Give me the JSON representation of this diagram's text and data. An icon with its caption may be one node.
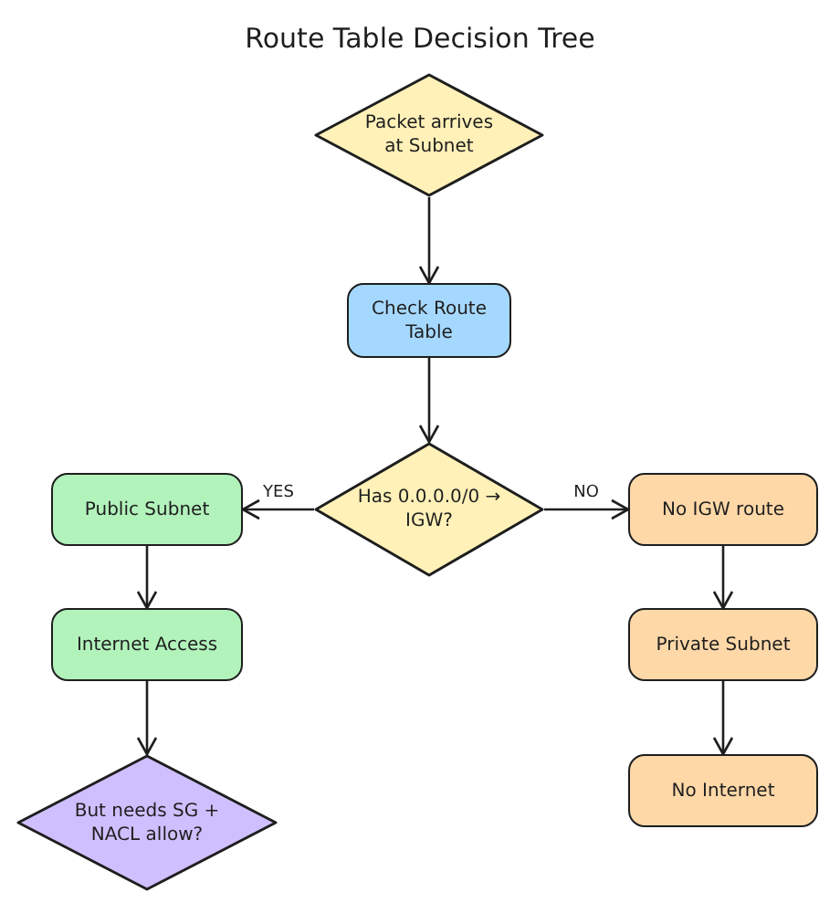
{
  "diagram": {
    "title": "Route Table Decision Tree",
    "nodes": [
      {
        "text": [
          "Packet arrives at Subnet"
        ]
      },
      {
        "text": [
          "Check Route Table"
        ]
      },
      {
        "text": [
          "Has 0.0.0.0/0 → IGW?"
        ]
      },
      {
        "text": [
          "Public Subnet"
        ]
      },
      {
        "text": [
          "Internet Access"
        ]
      },
      {
        "text": [
          "But needs SG + NACL allow?"
        ]
      },
      {
        "text": [
          "No IGW route"
        ]
      },
      {
        "text": [
          "Private Subnet"
        ]
      },
      {
        "text": [
          "No Internet"
        ]
      }
    ],
    "edges": [
      {
        "from": 0,
        "to": 1,
        "arrow": "to"
      },
      {
        "from": 1,
        "to": 2,
        "arrow": "to"
      },
      {
        "from": 2,
        "to": 3,
        "arrow": "to",
        "label": "YES"
      },
      {
        "from": 2,
        "to": 6,
        "arrow": "to",
        "label": "NO"
      },
      {
        "from": 3,
        "to": 4,
        "arrow": "to"
      },
      {
        "from": 4,
        "to": 5,
        "arrow": "to"
      },
      {
        "from": 6,
        "to": 7,
        "arrow": "to"
      },
      {
        "from": 7,
        "to": 8,
        "arrow": "to"
      }
    ]
  }
}
